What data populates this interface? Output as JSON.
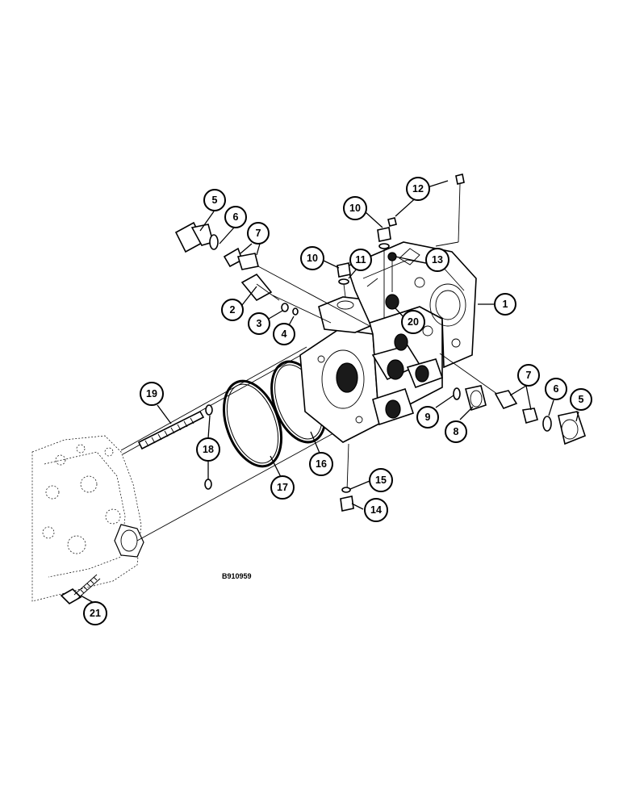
{
  "figure": {
    "reference_code": "B910959"
  },
  "callouts": [
    {
      "id": "c1",
      "label": "1"
    },
    {
      "id": "c2",
      "label": "2"
    },
    {
      "id": "c3",
      "label": "3"
    },
    {
      "id": "c4",
      "label": "4"
    },
    {
      "id": "c5a",
      "label": "5"
    },
    {
      "id": "c5b",
      "label": "5"
    },
    {
      "id": "c6a",
      "label": "6"
    },
    {
      "id": "c6b",
      "label": "6"
    },
    {
      "id": "c7a",
      "label": "7"
    },
    {
      "id": "c7b",
      "label": "7"
    },
    {
      "id": "c8",
      "label": "8"
    },
    {
      "id": "c9",
      "label": "9"
    },
    {
      "id": "c10a",
      "label": "10"
    },
    {
      "id": "c10b",
      "label": "10"
    },
    {
      "id": "c11",
      "label": "11"
    },
    {
      "id": "c12",
      "label": "12"
    },
    {
      "id": "c13",
      "label": "13"
    },
    {
      "id": "c14",
      "label": "14"
    },
    {
      "id": "c15",
      "label": "15"
    },
    {
      "id": "c16",
      "label": "16"
    },
    {
      "id": "c17",
      "label": "17"
    },
    {
      "id": "c18",
      "label": "18"
    },
    {
      "id": "c19",
      "label": "19"
    },
    {
      "id": "c20",
      "label": "20"
    },
    {
      "id": "c21",
      "label": "21"
    }
  ]
}
